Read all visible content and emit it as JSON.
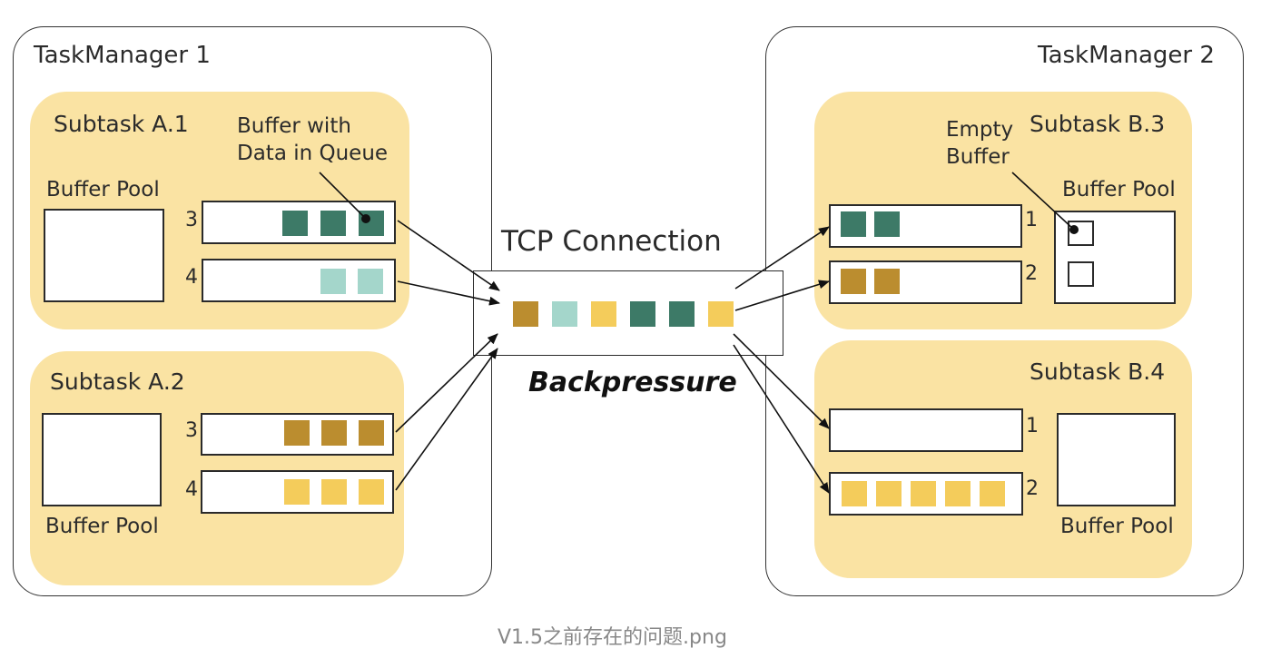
{
  "colors": {
    "dark_teal": "#3d7a67",
    "light_teal": "#a4d6cb",
    "brown_gold": "#bb8d2f",
    "yellow": "#f4cc5b",
    "subtask_bg": "#fae3a3"
  },
  "taskmanager1": {
    "title": "TaskManager 1",
    "subtask_a1": {
      "title": "Subtask A.1",
      "pool_label": "Buffer Pool",
      "annotation_line1": "Buffer with",
      "annotation_line2": "Data in Queue",
      "queue3": {
        "number": "3",
        "buffers": [
          "dark_teal",
          "dark_teal",
          "dark_teal"
        ]
      },
      "queue4": {
        "number": "4",
        "buffers": [
          "light_teal",
          "light_teal"
        ]
      }
    },
    "subtask_a2": {
      "title": "Subtask A.2",
      "pool_label": "Buffer Pool",
      "queue3": {
        "number": "3",
        "buffers": [
          "brown_gold",
          "brown_gold",
          "brown_gold"
        ]
      },
      "queue4": {
        "number": "4",
        "buffers": [
          "yellow",
          "yellow",
          "yellow"
        ]
      }
    }
  },
  "tcp": {
    "title": "TCP Connection",
    "buffers": [
      "brown_gold",
      "light_teal",
      "yellow",
      "dark_teal",
      "dark_teal",
      "yellow"
    ],
    "backpressure_label": "Backpressure"
  },
  "taskmanager2": {
    "title": "TaskManager 2",
    "subtask_b3": {
      "title": "Subtask B.3",
      "pool_label": "Buffer Pool",
      "annotation_line1": "Empty",
      "annotation_line2": "Buffer",
      "queue1": {
        "number": "1",
        "buffers": [
          "dark_teal",
          "dark_teal"
        ]
      },
      "queue2": {
        "number": "2",
        "buffers": [
          "brown_gold",
          "brown_gold"
        ]
      },
      "empty_buffer_count": 2
    },
    "subtask_b4": {
      "title": "Subtask B.4",
      "pool_label": "Buffer Pool",
      "queue1": {
        "number": "1",
        "buffers": []
      },
      "queue2": {
        "number": "2",
        "buffers": [
          "yellow",
          "yellow",
          "yellow",
          "yellow",
          "yellow"
        ]
      }
    }
  },
  "caption": "V1.5之前存在的问题.png"
}
